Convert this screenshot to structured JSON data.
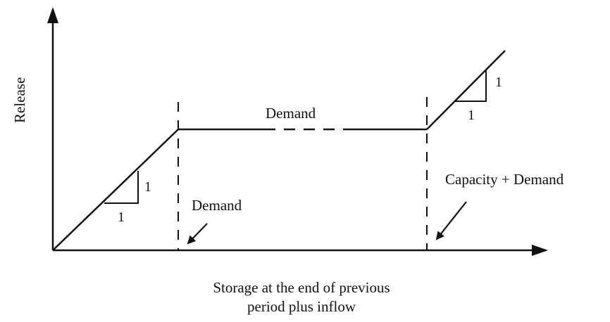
{
  "diagram": {
    "ylabel": "Release",
    "xlabel_line1": "Storage at the end of previous",
    "xlabel_line2": "period plus inflow",
    "curve_label": "Demand",
    "threshold_label_left": "Demand",
    "threshold_label_right": "Capacity + Demand",
    "slope_left": {
      "rise": "1",
      "run": "1"
    },
    "slope_right": {
      "rise": "1",
      "run": "1"
    },
    "colors": {
      "ink": "#111111",
      "background": "#ffffff"
    }
  }
}
